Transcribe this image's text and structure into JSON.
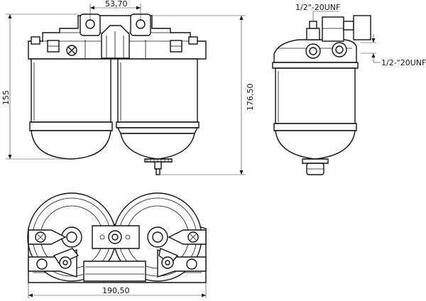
{
  "dimensions": {
    "top_width": "53,70",
    "total_height": "155",
    "element_height": "176,50",
    "thread_top": "1/2\"-20UNF",
    "thread_side": "1/2-\"20UNF",
    "bottom_width": "190,50"
  },
  "icons": {
    "front_view": "dual-filter-front-view",
    "side_view": "filter-side-view",
    "top_view": "filter-head-top-view"
  }
}
